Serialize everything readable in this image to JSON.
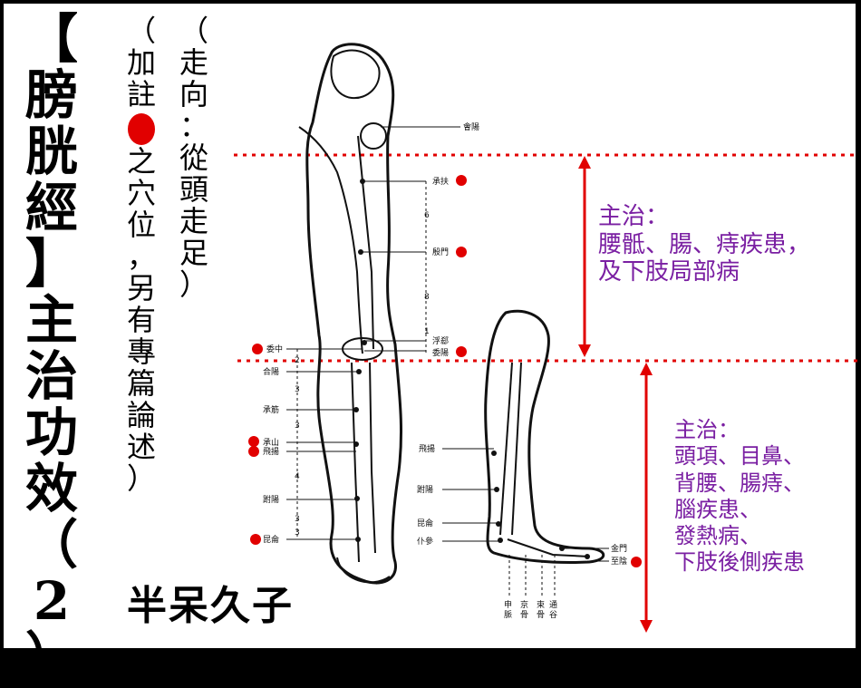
{
  "title_chars": [
    "【",
    "膀",
    "胱",
    "經",
    "】",
    "主",
    "治",
    "功",
    "效",
    "（",
    "2",
    "）"
  ],
  "note_direction": [
    "（",
    "走",
    "向",
    "：",
    "從",
    "頭",
    "走",
    "足",
    "）"
  ],
  "note_extra_before": [
    "（",
    "加",
    "註"
  ],
  "note_extra_after": [
    "之",
    "穴",
    "位",
    "，",
    "另",
    "有",
    "專",
    "篇",
    "論",
    "述",
    "）"
  ],
  "logo_text": "半呆久子",
  "upper_indication": {
    "label": "主治：",
    "lines": [
      "腰骶、腸、痔疾患，",
      "及下肢局部病"
    ]
  },
  "lower_indication": {
    "label": "主治：",
    "lines": [
      "頭項、目鼻、",
      "背腰、腸痔、",
      "腦疾患、",
      "發熱病、",
      "下肢後側疾患"
    ]
  },
  "points_upper": [
    "會陽",
    "承扶",
    "殷門",
    "浮郄",
    "委陽"
  ],
  "points_left": [
    "委中",
    "合陽",
    "承筋",
    "承山",
    "飛揚",
    "跗陽",
    "昆侖"
  ],
  "points_foot": [
    "飛揚",
    "跗陽",
    "昆侖",
    "仆參",
    "金門",
    "至陰"
  ],
  "bottom_labels": [
    "申脈",
    "京骨",
    "束骨",
    "通谷"
  ],
  "cun_upper": [
    "6",
    "8",
    "1"
  ],
  "cun_lower": [
    "2",
    "3",
    "3",
    "4",
    "3",
    "3"
  ],
  "colors": {
    "accent_red": "#e10000",
    "purple": "#7a1fa2"
  }
}
